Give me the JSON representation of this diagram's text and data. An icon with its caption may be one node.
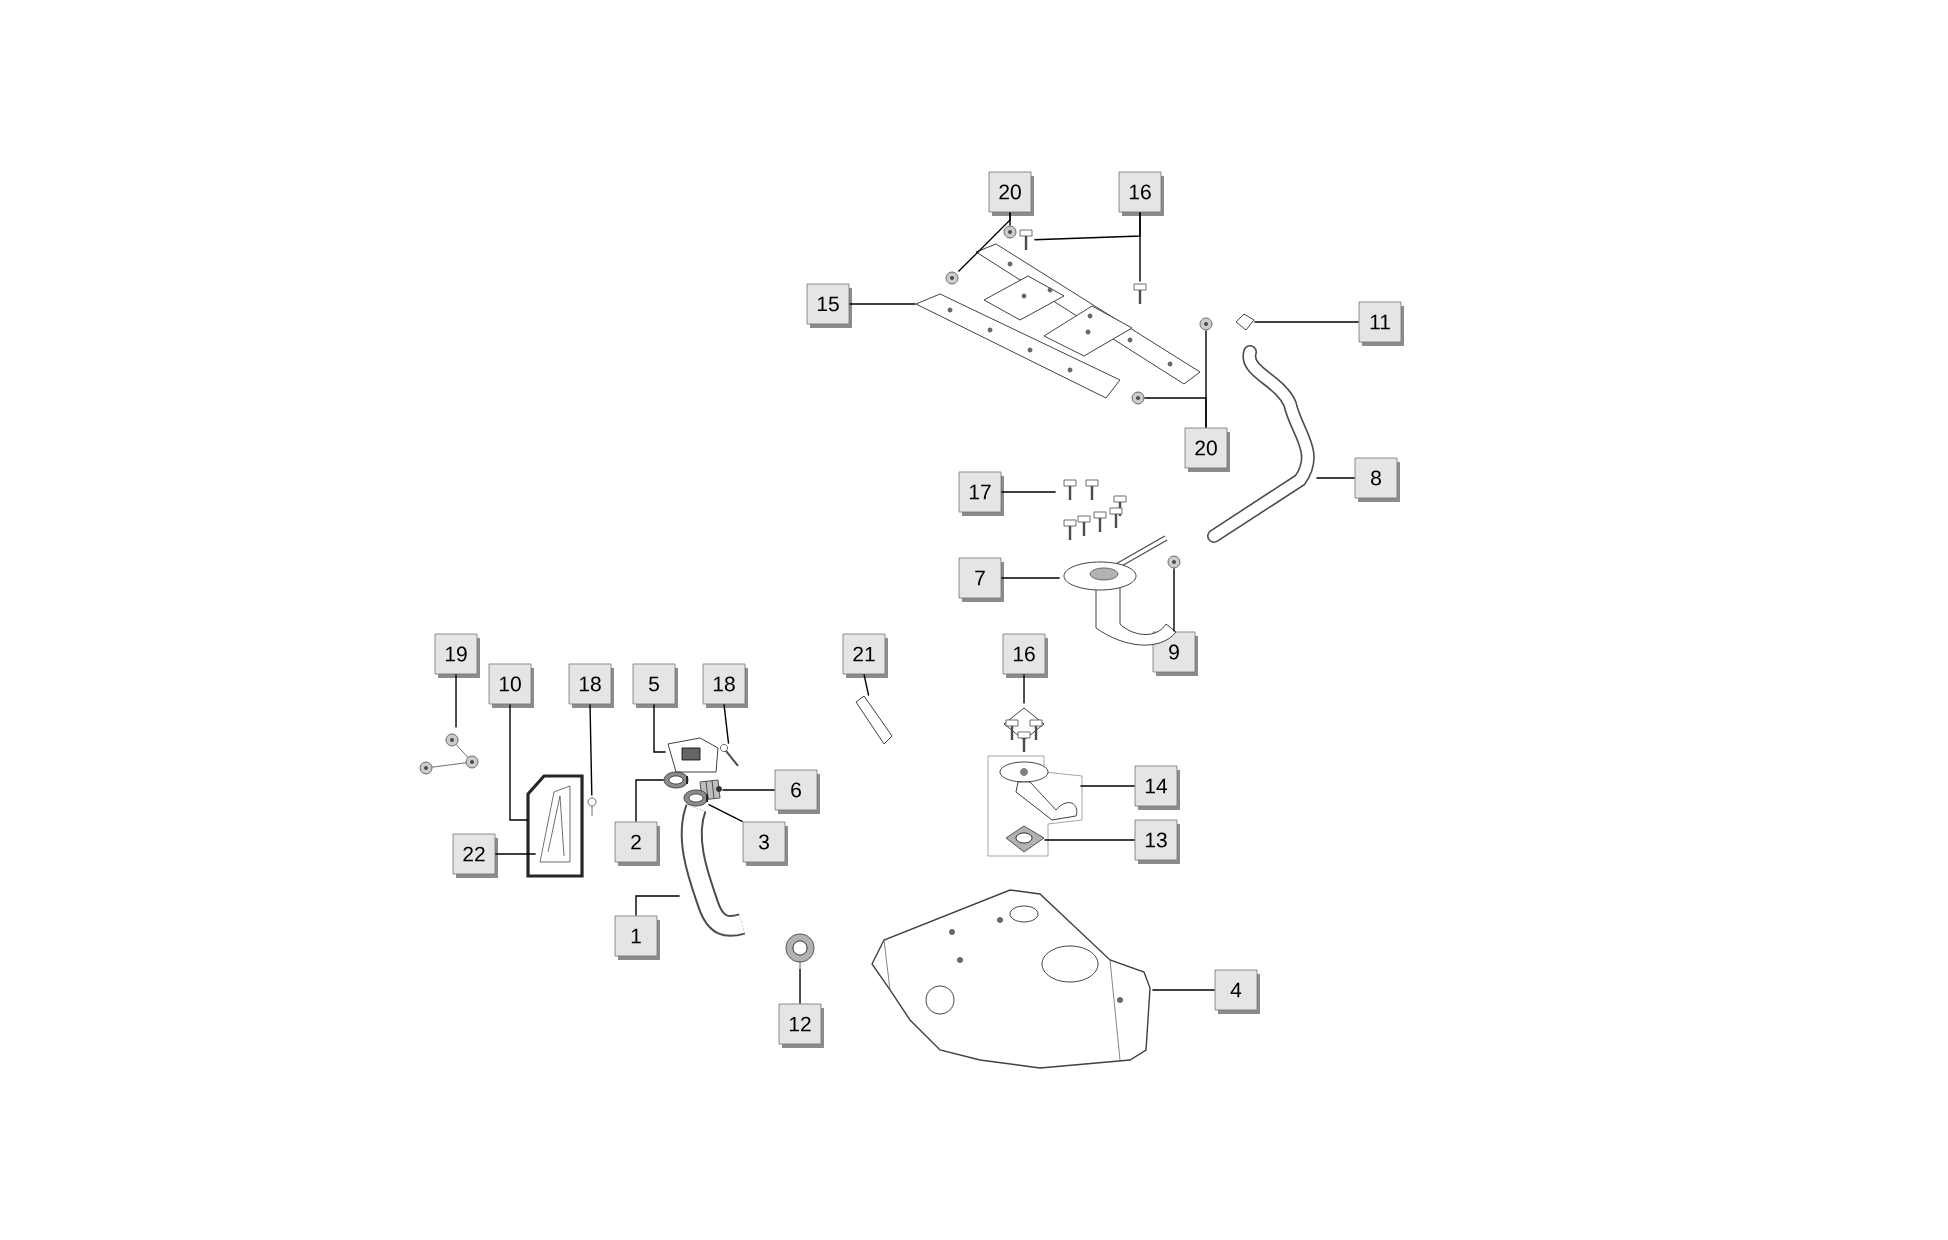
{
  "diagram": {
    "nodes": [
      {
        "text": [
          "20"
        ]
      },
      {
        "text": [
          "16"
        ]
      },
      {
        "text": [
          "15"
        ]
      },
      {
        "text": [
          "11"
        ]
      },
      {
        "text": [
          "20"
        ]
      },
      {
        "text": [
          "8"
        ]
      },
      {
        "text": [
          "17"
        ]
      },
      {
        "text": [
          "7"
        ]
      },
      {
        "text": [
          "9"
        ]
      },
      {
        "text": [
          "19"
        ]
      },
      {
        "text": [
          "21"
        ]
      },
      {
        "text": [
          "16"
        ]
      },
      {
        "text": [
          "10"
        ]
      },
      {
        "text": [
          "18"
        ]
      },
      {
        "text": [
          "5"
        ]
      },
      {
        "text": [
          "18"
        ]
      },
      {
        "text": [
          "14"
        ]
      },
      {
        "text": [
          "6"
        ]
      },
      {
        "text": [
          "2"
        ]
      },
      {
        "text": [
          "3"
        ]
      },
      {
        "text": [
          "13"
        ]
      },
      {
        "text": [
          "22"
        ]
      },
      {
        "text": [
          "1"
        ]
      },
      {
        "text": [
          "4"
        ]
      },
      {
        "text": [
          "12"
        ]
      },
      {
        "text": [],
        "shape": "picture"
      },
      {
        "text": [],
        "shape": "picture"
      },
      {
        "text": [],
        "shape": "picture"
      },
      {
        "text": [],
        "shape": "picture"
      },
      {
        "text": [],
        "shape": "picture"
      },
      {
        "text": [],
        "shape": "picture"
      },
      {
        "text": [],
        "shape": "picture"
      },
      {
        "text": [],
        "shape": "picture"
      },
      {
        "text": [],
        "shape": "picture"
      },
      {
        "text": [],
        "shape": "picture"
      },
      {
        "text": [],
        "shape": "picture"
      },
      {
        "text": [],
        "shape": "picture"
      },
      {
        "text": [],
        "shape": "picture"
      },
      {
        "text": [],
        "shape": "picture"
      },
      {
        "text": [],
        "shape": "picture"
      },
      {
        "text": [],
        "shape": "picture"
      },
      {
        "text": [],
        "shape": "picture"
      },
      {
        "text": [],
        "shape": "picture"
      },
      {
        "text": [],
        "shape": "picture"
      },
      {
        "text": [],
        "shape": "picture"
      },
      {
        "text": [],
        "shape": "picture"
      },
      {
        "text": [],
        "shape": "picture"
      },
      {
        "text": [],
        "shape": "picture"
      },
      {
        "text": [],
        "shape": "picture"
      },
      {
        "text": [],
        "shape": "picture",
        "in": 38
      },
      {
        "text": [],
        "shape": "picture"
      },
      {
        "text": [],
        "shape": "picture"
      },
      {
        "text": [],
        "shape": "picture"
      }
    ],
    "edges": [
      {
        "from": 0,
        "to": 25,
        "arrow": "none"
      },
      {
        "from": 0,
        "to": 26,
        "arrow": "none"
      },
      {
        "from": 1,
        "to": 27,
        "arrow": "none"
      },
      {
        "from": 1,
        "to": 28,
        "arrow": "none"
      },
      {
        "from": 2,
        "to": 29,
        "arrow": "none"
      },
      {
        "from": 3,
        "to": 30,
        "arrow": "none"
      },
      {
        "from": 4,
        "to": 31,
        "arrow": "none"
      },
      {
        "from": 4,
        "to": 32,
        "arrow": "none"
      },
      {
        "from": 5,
        "to": 33,
        "arrow": "none"
      },
      {
        "from": 6,
        "to": 34,
        "arrow": "none"
      },
      {
        "from": 7,
        "to": 35,
        "arrow": "none"
      },
      {
        "from": 8,
        "to": 36,
        "arrow": "none"
      },
      {
        "from": 9,
        "to": 37,
        "arrow": "none"
      },
      {
        "from": 12,
        "to": 38,
        "arrow": "none"
      },
      {
        "from": 13,
        "to": 39,
        "arrow": "none"
      },
      {
        "from": 14,
        "to": 40,
        "arrow": "none"
      },
      {
        "from": 15,
        "to": 41,
        "arrow": "none"
      },
      {
        "from": 10,
        "to": 42,
        "arrow": "none"
      },
      {
        "from": 11,
        "to": 43,
        "arrow": "none"
      },
      {
        "from": 16,
        "to": 44,
        "arrow": "none"
      },
      {
        "from": 17,
        "to": 46,
        "arrow": "none"
      },
      {
        "from": 18,
        "to": 47,
        "arrow": "none"
      },
      {
        "from": 19,
        "to": 48,
        "arrow": "none"
      },
      {
        "from": 20,
        "to": 45,
        "arrow": "none"
      },
      {
        "from": 21,
        "to": 49,
        "arrow": "none"
      },
      {
        "from": 22,
        "to": 50,
        "arrow": "none"
      },
      {
        "from": 23,
        "to": 51,
        "arrow": "none"
      },
      {
        "from": 24,
        "to": 52,
        "arrow": "none"
      }
    ]
  }
}
